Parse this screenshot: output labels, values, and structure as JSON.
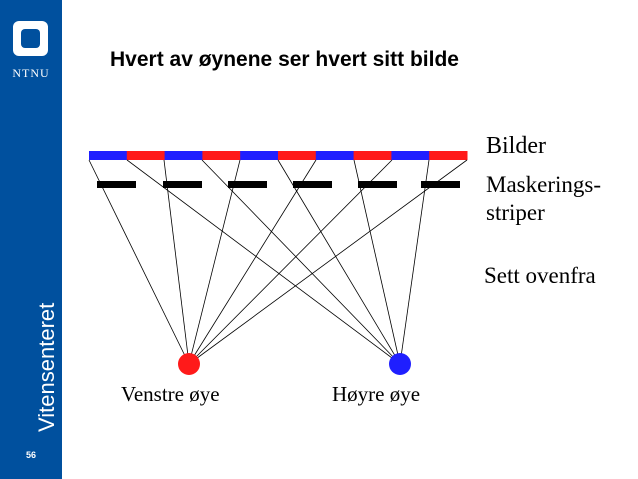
{
  "sidebar": {
    "logo_text": "NTNU",
    "vertical_label": "Vitensenteret",
    "page_number": "56",
    "color": "#00509e"
  },
  "slide": {
    "title": "Hvert av øynene ser hvert sitt bilde"
  },
  "diagram": {
    "labels": {
      "images": "Bilder",
      "mask_line1": "Maskerings-",
      "mask_line2": "striper",
      "view": "Sett ovenfra",
      "left_eye": "Venstre øye",
      "right_eye": "Høyre øye"
    },
    "colors": {
      "stripe_a": "#1f1fff",
      "stripe_b": "#ff1a1a",
      "mask": "#000000",
      "left_eye": "#ff1a1a",
      "right_eye": "#1f1fff"
    },
    "image_stripe_sequence": [
      "blue",
      "red",
      "blue",
      "red",
      "blue",
      "red",
      "blue",
      "red",
      "blue",
      "red"
    ],
    "mask_stripe_count": 6
  }
}
